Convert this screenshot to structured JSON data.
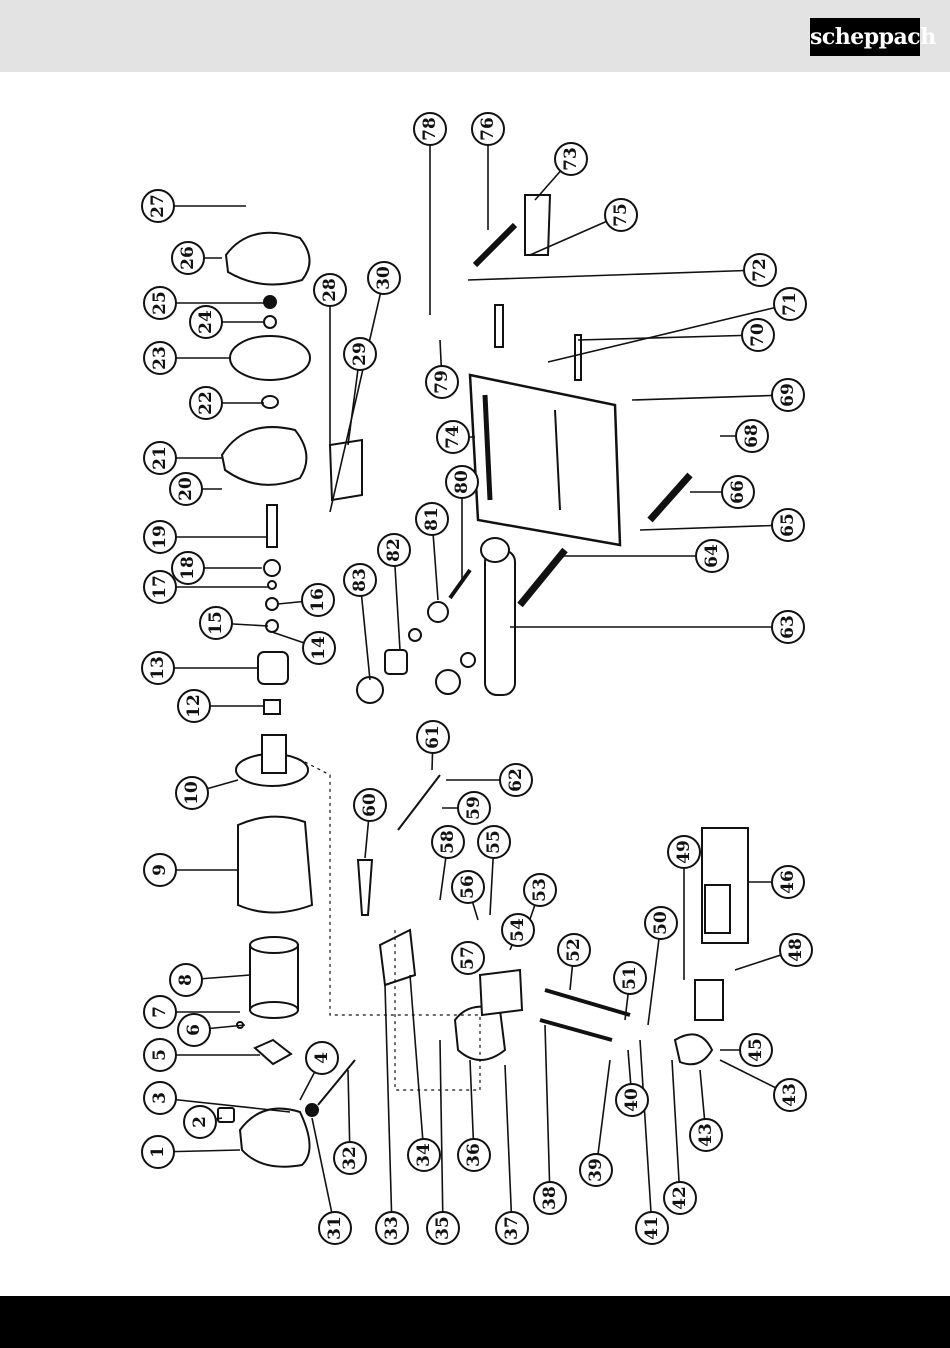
{
  "header": {
    "brand": "scheppach"
  },
  "diagram": {
    "type": "exploded-parts-diagram",
    "part_numbers": [
      "1",
      "2",
      "3",
      "4",
      "5",
      "6",
      "7",
      "8",
      "9",
      "10",
      "12",
      "13",
      "14",
      "15",
      "16",
      "17",
      "18",
      "19",
      "20",
      "21",
      "22",
      "23",
      "24",
      "25",
      "26",
      "27",
      "28",
      "29",
      "30",
      "31",
      "32",
      "33",
      "34",
      "35",
      "36",
      "37",
      "38",
      "39",
      "40",
      "41",
      "42",
      "43",
      "43",
      "45",
      "46",
      "48",
      "49",
      "50",
      "51",
      "52",
      "53",
      "54",
      "55",
      "56",
      "57",
      "58",
      "59",
      "60",
      "61",
      "62",
      "63",
      "64",
      "65",
      "66",
      "68",
      "69",
      "70",
      "71",
      "72",
      "73",
      "74",
      "75",
      "76",
      "78",
      "79",
      "80",
      "81",
      "82",
      "83"
    ]
  }
}
